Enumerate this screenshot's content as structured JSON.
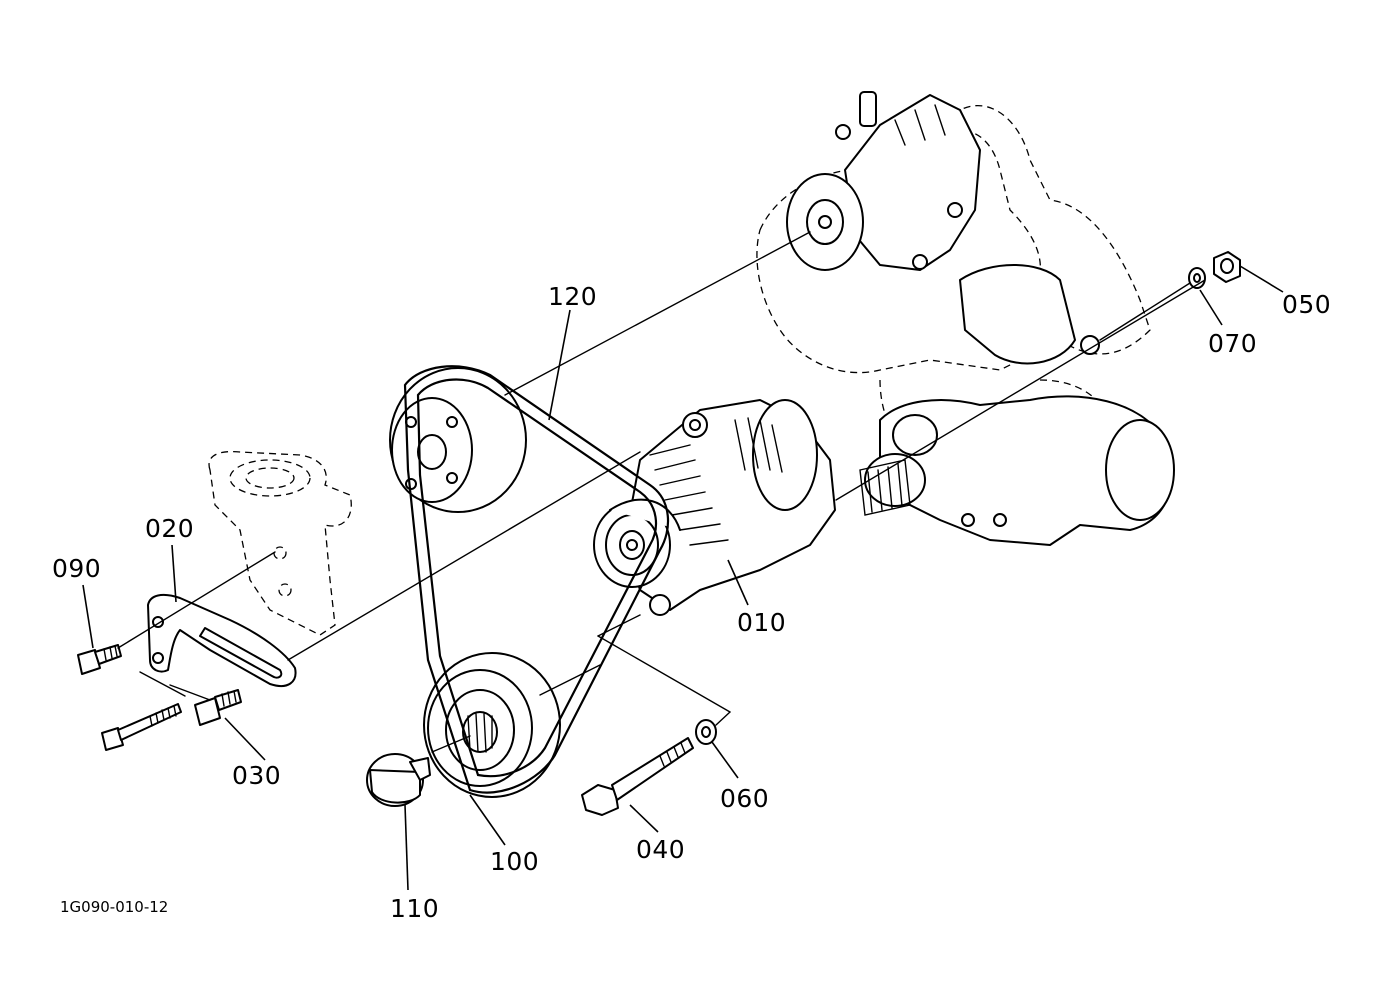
{
  "diagram_code": "1G090-010-12",
  "callouts": {
    "c010": "010",
    "c020": "020",
    "c030": "030",
    "c040": "040",
    "c050": "050",
    "c060": "060",
    "c070": "070",
    "c090": "090",
    "c100": "100",
    "c110": "110",
    "c120": "120"
  }
}
